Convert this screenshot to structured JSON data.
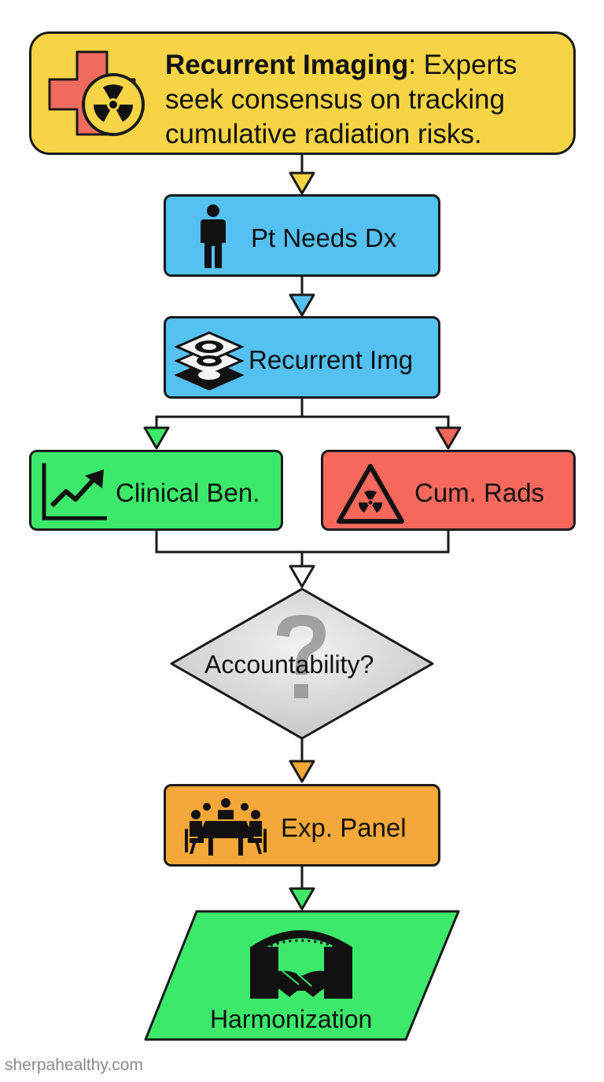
{
  "header": {
    "title_bold": "Recurrent Imaging",
    "title_rest": ": Experts seek consensus on tracking cumulative radiation risks.",
    "icon": "medical-cross-radiation-icon"
  },
  "nodes": {
    "patient": {
      "label": "Pt Needs Dx",
      "icon": "person-icon",
      "color": "#55c1f3"
    },
    "imaging": {
      "label": "Recurrent Img",
      "icon": "scan-slices-icon",
      "color": "#55c1f3"
    },
    "benefit": {
      "label": "Clinical Ben.",
      "icon": "trend-up-icon",
      "color": "#3de96b"
    },
    "radiation": {
      "label": "Cum. Rads",
      "icon": "radiation-warning-icon",
      "color": "#f6685c"
    },
    "decision": {
      "label": "Accountability?",
      "icon": "question-mark-icon",
      "color": "#d3d3d3"
    },
    "panel": {
      "label": "Exp. Panel",
      "icon": "meeting-table-icon",
      "color": "#f4a839"
    },
    "harmonization": {
      "label": "Harmonization",
      "icon": "handshake-bridge-icon",
      "color": "#3de96b"
    }
  },
  "watermark": "sherpahealthy.com"
}
